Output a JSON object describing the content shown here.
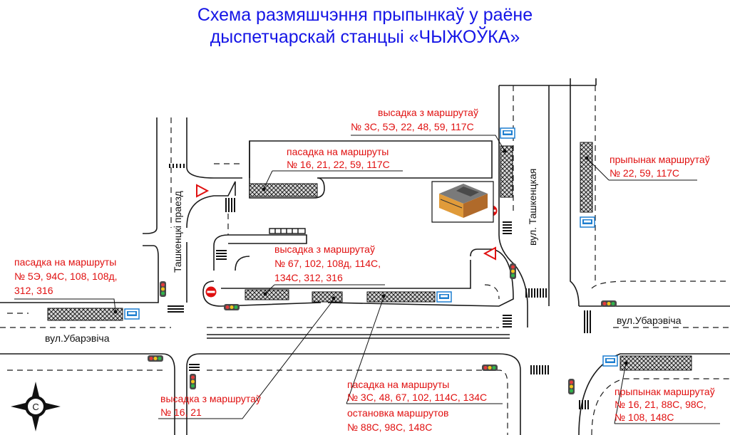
{
  "title": {
    "line1": "Схема размяшчэння прыпынкаў у раёне",
    "line2": "дыспетчарскай станцыі «ЧЫЖОЎКА»"
  },
  "streets": {
    "tashkentski": "Ташкенцкі праезд",
    "tashkentskaya": "вул. Ташкенцкая",
    "ubarevicha_left": "вул.Убарэвіча",
    "ubarevicha_right": "вул.Убарэвіча"
  },
  "labels": {
    "left_boarding": [
      "пасадка на маршруты",
      "№ 5Э, 94С, 108, 108д,",
      "312, 316"
    ],
    "top_center_boarding": [
      "пасадка на маршруты",
      "№ 16, 21, 22, 59, 117С"
    ],
    "top_right_dropoff": [
      "высадка з маршрутаў",
      "№ 3С, 5Э, 22, 48, 59, 117С"
    ],
    "right_stop": [
      "прыпынак маршрутаў",
      "№ 22, 59, 117С"
    ],
    "center_dropoff": [
      "высадка з маршрутаў",
      "№ 67, 102, 108д, 114С,",
      "134С, 312, 316"
    ],
    "bottom_left_dropoff": [
      "высадка з маршрутаў",
      "№ 16, 21"
    ],
    "bottom_center_boarding": [
      "пасадка на маршруты",
      "№ 3С, 48, 67, 102, 114С, 134С"
    ],
    "bottom_center_stop": [
      "остановка маршрутов",
      "№ 88С, 98С, 148С"
    ],
    "bottom_right_stop": [
      "прыпынак маршрутаў",
      "№ 16, 21, 88С, 98С,",
      "№ 108, 148С"
    ]
  },
  "compass": {
    "letter": "С"
  },
  "colors": {
    "title": "#1515e6",
    "label": "#e01010",
    "line": "#1a1a1a",
    "bus_sign": "#1e7fd0"
  },
  "icons": [
    "bus-stop-sign-icon",
    "traffic-light-icon",
    "no-entry-sign-icon",
    "yield-sign-icon",
    "station-building-icon",
    "compass-icon"
  ]
}
